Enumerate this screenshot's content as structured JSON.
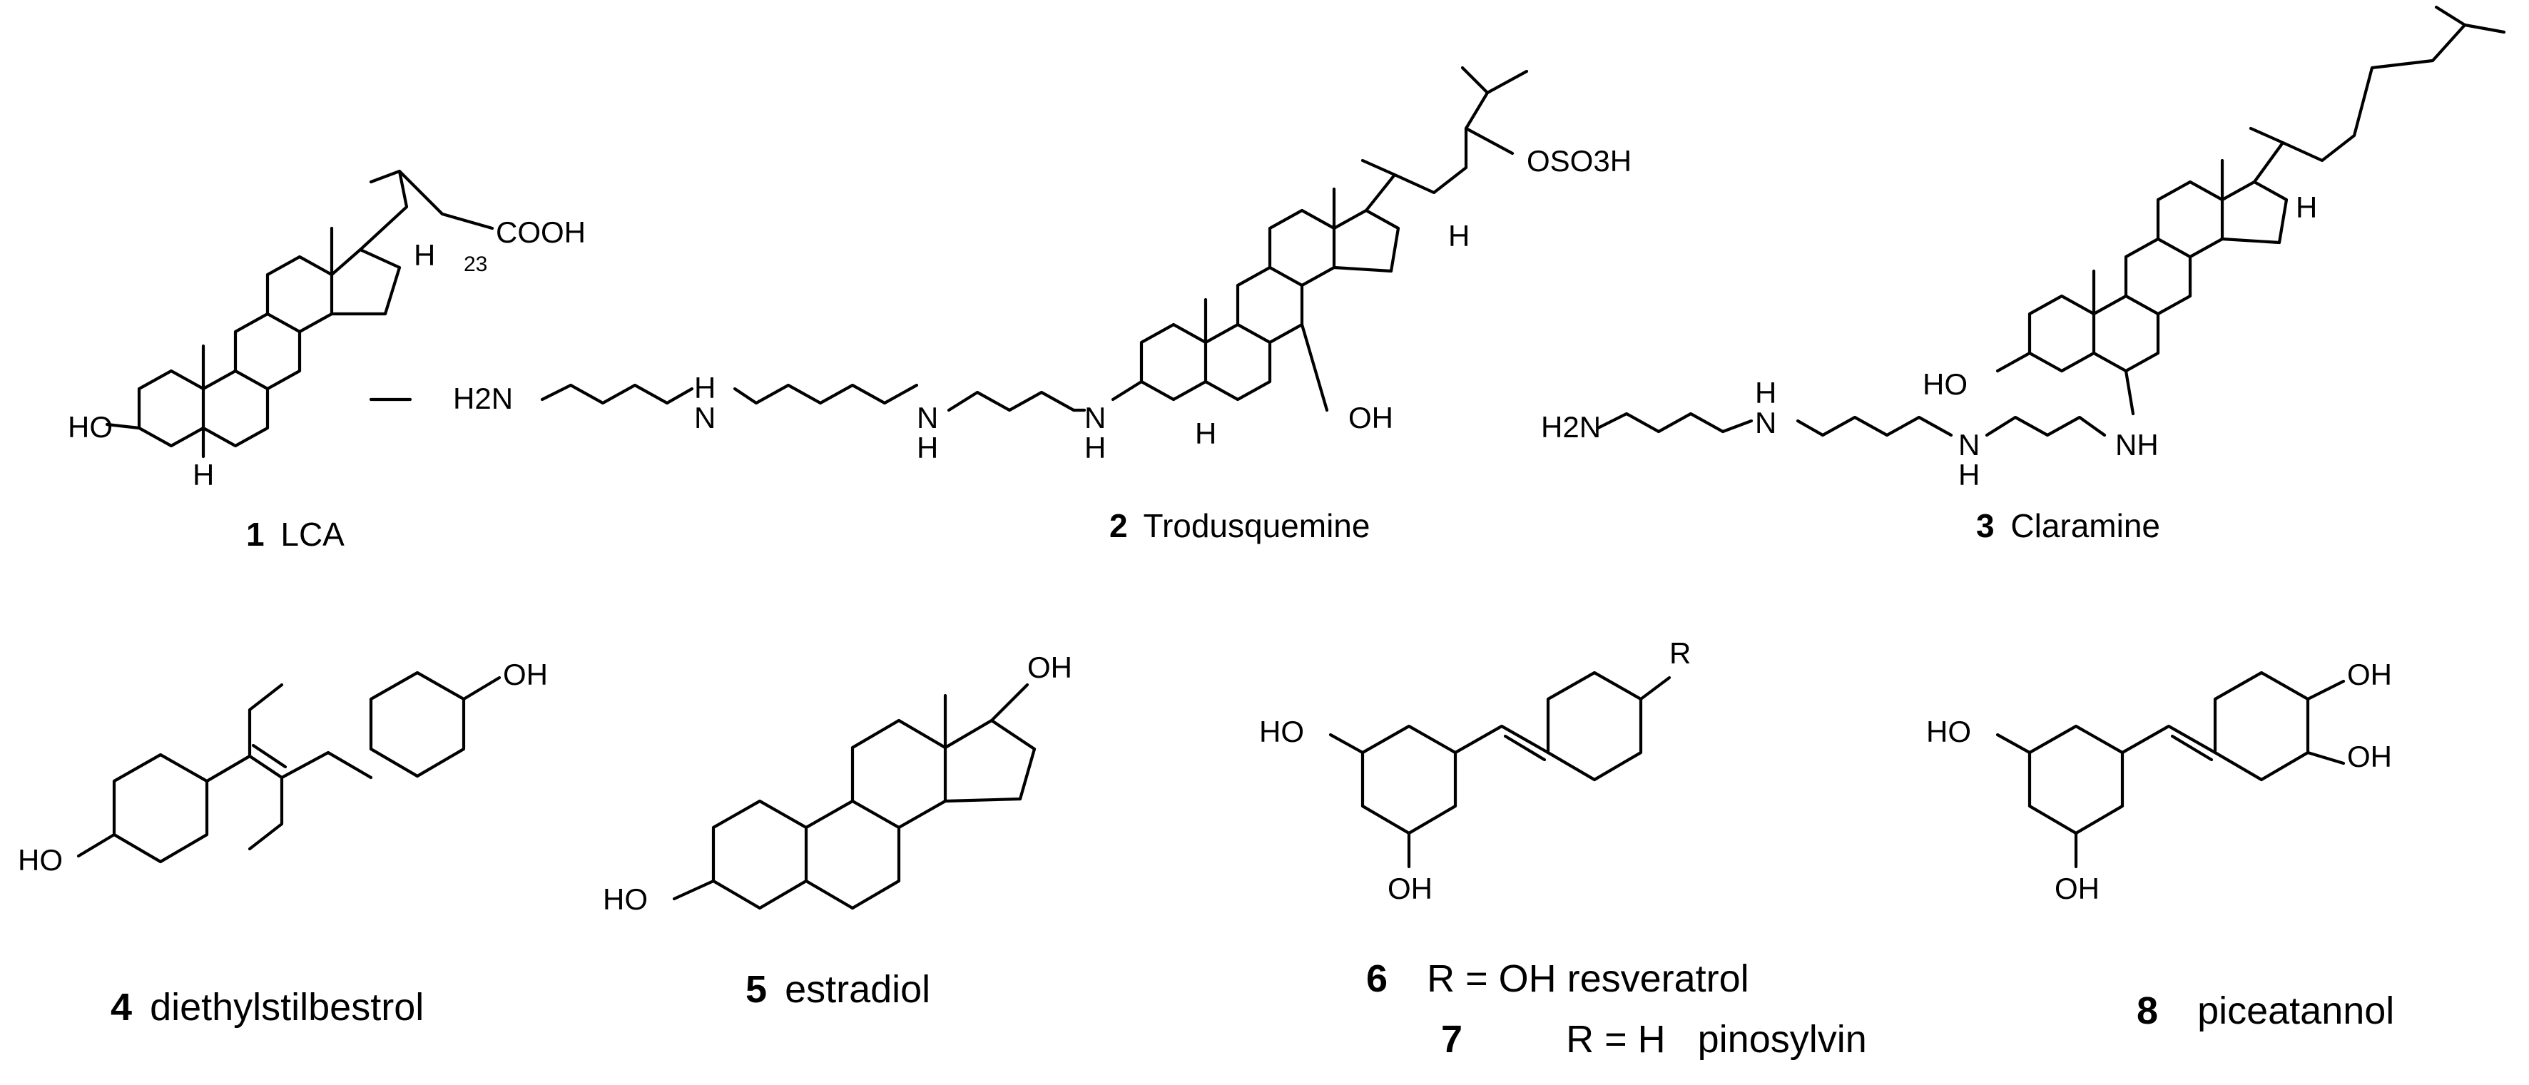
{
  "compounds": [
    {
      "number": "1",
      "name": "LCA"
    },
    {
      "number": "2",
      "name": "Trodusquemine"
    },
    {
      "number": "3",
      "name": "Claramine"
    },
    {
      "number": "4",
      "name": "diethylstilbestrol"
    },
    {
      "number": "5",
      "name": "estradiol"
    },
    {
      "number": "6",
      "name": "R = OH resveratrol"
    },
    {
      "number": "7",
      "name": "R = H   pinosylvin"
    },
    {
      "number": "8",
      "name": "piceatannol"
    }
  ],
  "atoms": {
    "ho": "HO",
    "oh": "OH",
    "h": "H",
    "n": "N",
    "nh": "NH",
    "h2n": "H2N",
    "cooh": "COOH",
    "oso3h": "OSO3H",
    "c23": "23",
    "r": "R"
  }
}
